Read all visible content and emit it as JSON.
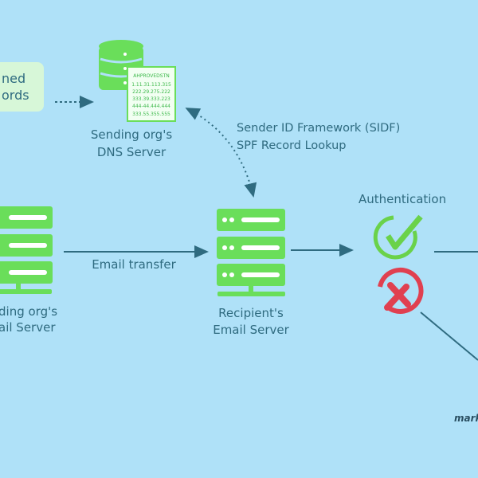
{
  "left_box": {
    "line1": "ned",
    "line2": "ords"
  },
  "dns_server": {
    "label1": "Sending org's",
    "label2": "DNS Server",
    "doc_title": "AHPROVEDSTN",
    "records": [
      "1.11.31.113.315",
      "222.29.275.222",
      "333.39.333.223",
      "444-44.444.444",
      "333.55.355.555"
    ]
  },
  "sidf": {
    "line1": "Sender ID Framework (SIDF)",
    "line2": "SPF Record Lookup"
  },
  "sending_email_server": {
    "label1": "ding org's",
    "label2": "ail Server"
  },
  "email_transfer": "Email transfer",
  "recipient_server": {
    "label1": "Recipient's",
    "label2": "Email Server"
  },
  "authentication": "Authentication",
  "watermark": "mark",
  "colors": {
    "background": "#afe1f8",
    "green": "#6ade5a",
    "text": "#2f6b80",
    "fail": "#e04050"
  }
}
